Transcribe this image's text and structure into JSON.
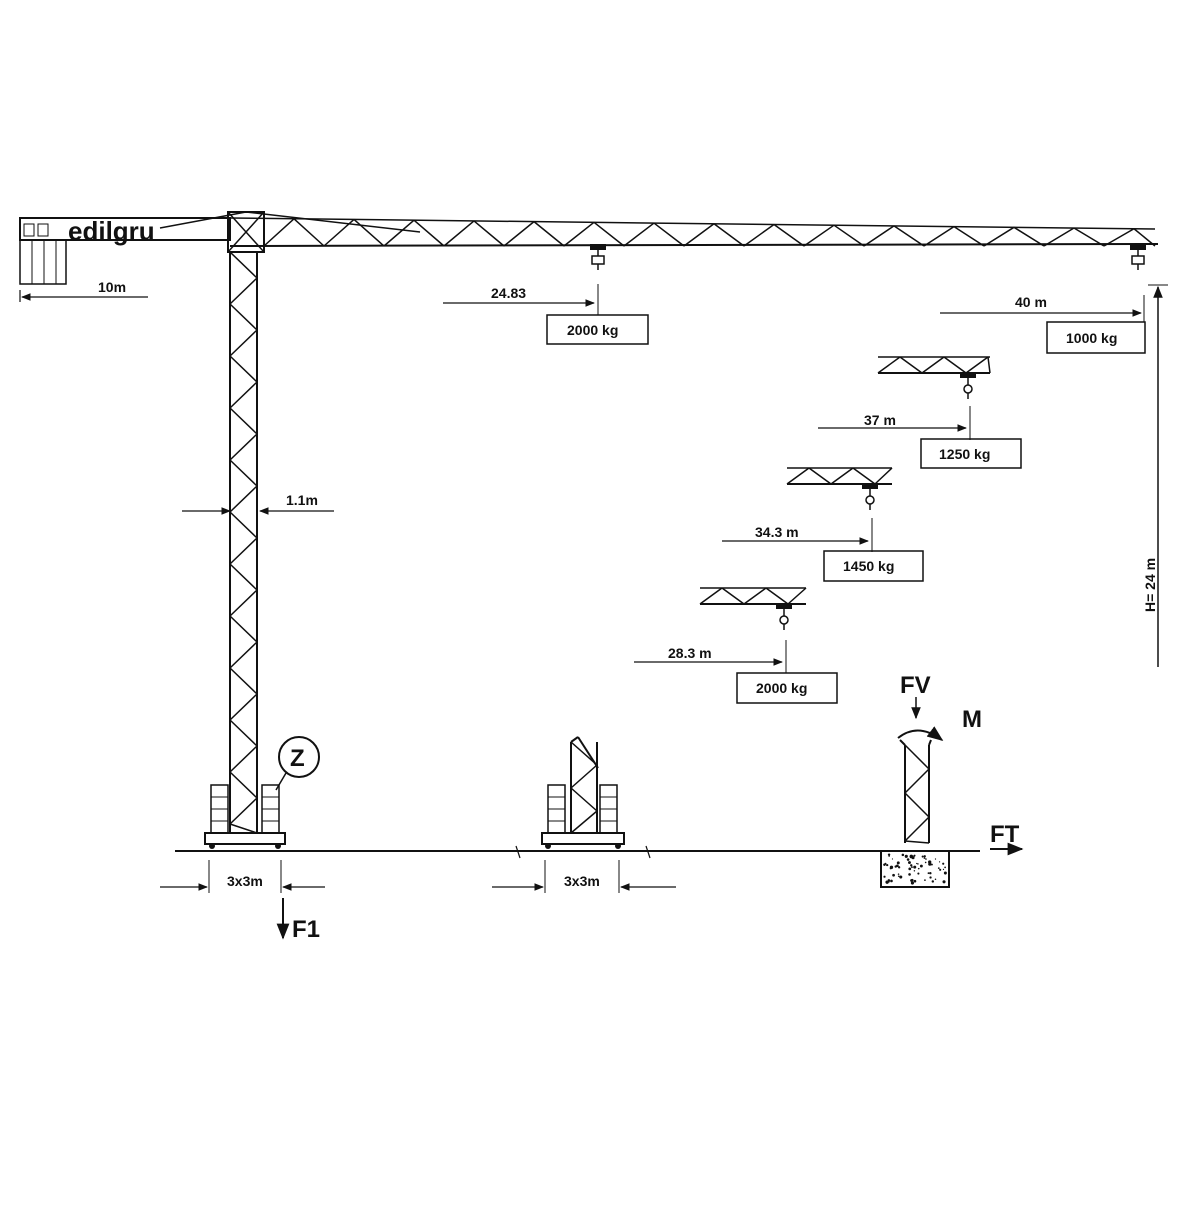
{
  "watermark": "edilgru",
  "dims": {
    "counter_jib": "10m",
    "mast_width": "1.1m",
    "height": "H= 24 m",
    "base_left": "3x3m",
    "base_mid": "3x3m"
  },
  "load_chart": [
    {
      "radius": "24.83",
      "load": "2000 kg"
    },
    {
      "radius": "40 m",
      "load": "1000 kg"
    },
    {
      "radius": "37 m",
      "load": "1250 kg"
    },
    {
      "radius": "34.3 m",
      "load": "1450 kg"
    },
    {
      "radius": "28.3 m",
      "load": "2000 kg"
    }
  ],
  "forces": {
    "z": "Z",
    "f1": "F1",
    "fv": "FV",
    "m": "M",
    "ft": "FT"
  }
}
